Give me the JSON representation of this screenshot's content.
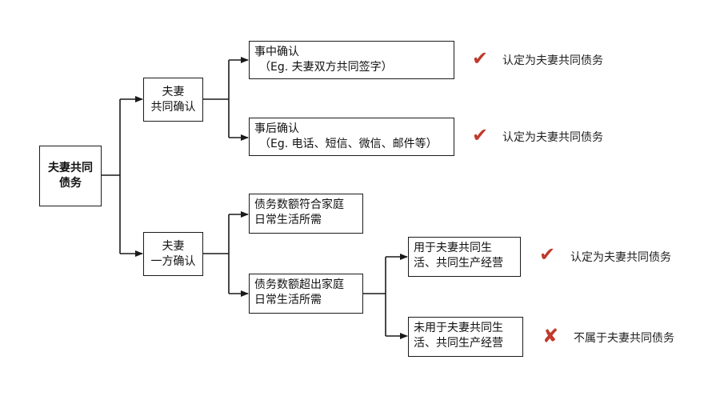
{
  "diagram": {
    "root": {
      "line1": "夫妻共同",
      "line2": "债务"
    },
    "branch_joint": {
      "line1": "夫妻",
      "line2": "共同确认"
    },
    "branch_single": {
      "line1": "夫妻",
      "line2": "一方确认"
    },
    "joint_prior": {
      "line1": "事中确认",
      "line2": "（Eg. 夫妻双方共同签字）"
    },
    "joint_after": {
      "line1": "事后确认",
      "line2": "（Eg. 电话、短信、微信、邮件等）"
    },
    "single_within": {
      "line1": "债务数额符合家庭",
      "line2": "日常生活所需"
    },
    "single_exceed": {
      "line1": "债务数额超出家庭",
      "line2": "日常生活所需"
    },
    "exceed_used": {
      "line1": "用于夫妻共同生",
      "line2": "活、共同生产经营"
    },
    "exceed_unused": {
      "line1": "未用于夫妻共同生",
      "line2": "活、共同生产经营"
    },
    "results": {
      "prior": {
        "mark": "✔",
        "text": "认定为夫妻共同债务"
      },
      "after": {
        "mark": "✔",
        "text": "认定为夫妻共同债务"
      },
      "used": {
        "mark": "✔",
        "text": "认定为夫妻共同债务"
      },
      "unused": {
        "mark": "✘",
        "text": "不属于夫妻共同债务"
      }
    }
  },
  "colors": {
    "line": "#1a1a1a",
    "check": "#c0392b",
    "cross": "#c0392b"
  }
}
